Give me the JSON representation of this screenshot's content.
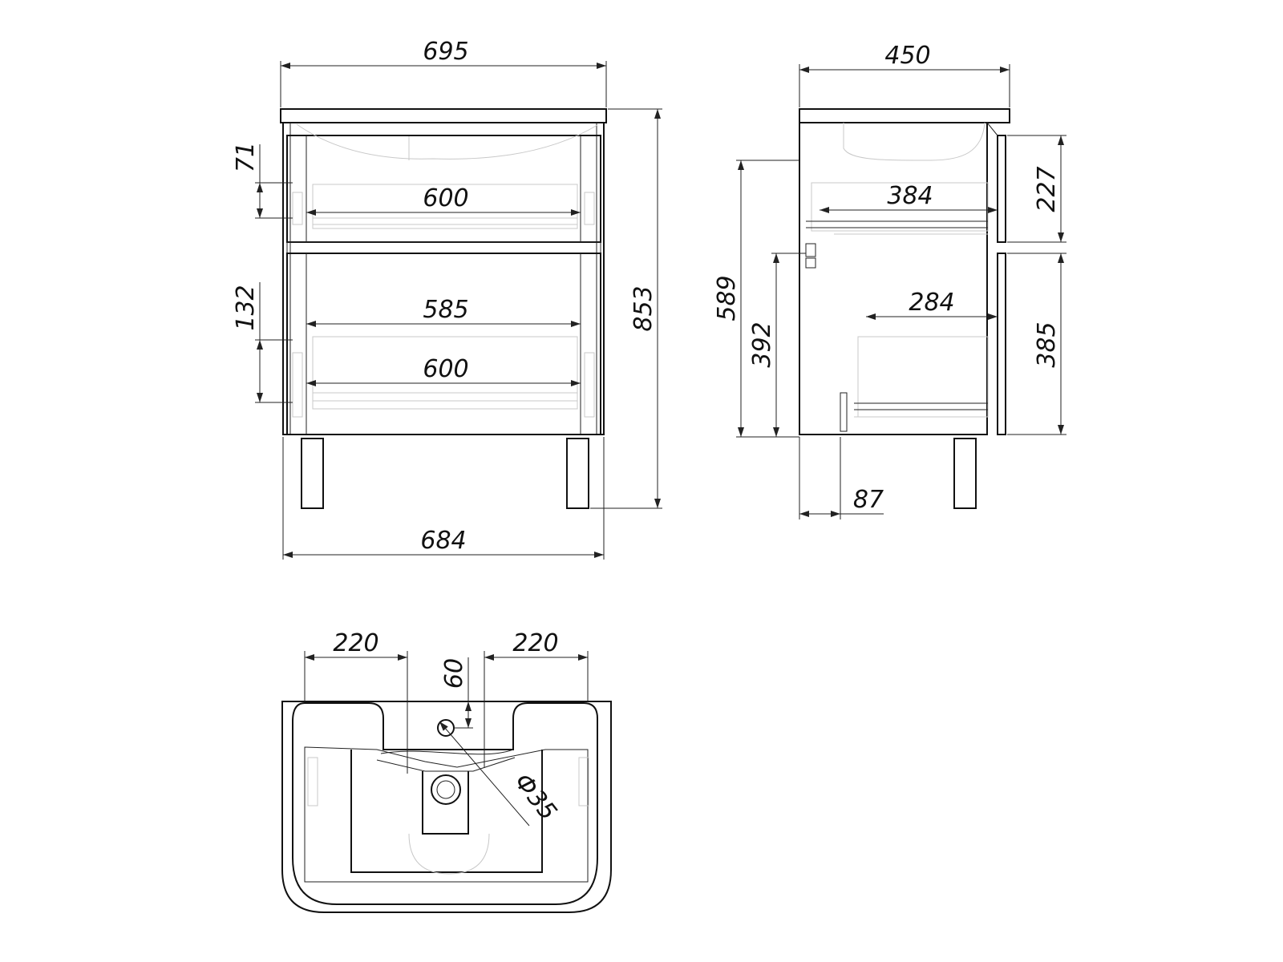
{
  "front_view": {
    "overall_width": "695",
    "base_width": "684",
    "total_height": "853",
    "upper_drawer_inner_width": "600",
    "lower_drawer_width_top": "585",
    "lower_drawer_inner_width": "600",
    "upper_drawer_offset": "71",
    "lower_drawer_offset": "132"
  },
  "side_view": {
    "depth": "450",
    "upper_drawer_depth": "384",
    "lower_drawer_depth": "284",
    "cabinet_height": "589",
    "lower_drawer_height": "392",
    "upper_front_height": "227",
    "lower_front_height": "385",
    "leg_offset": "87"
  },
  "basin_top_view": {
    "left_offset": "220",
    "right_offset": "220",
    "tap_hole_offset": "60",
    "tap_hole_diameter": "Ф35"
  }
}
